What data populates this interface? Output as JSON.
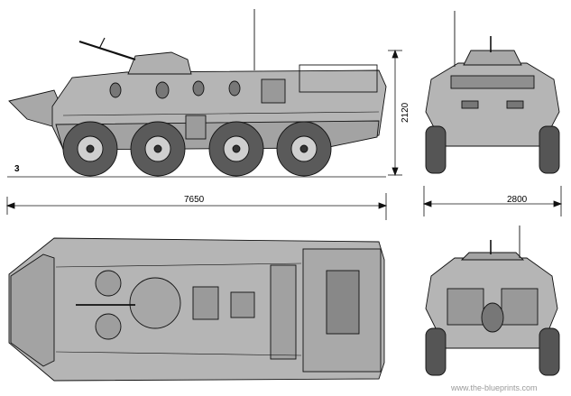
{
  "dimensions": {
    "length": "7650",
    "height": "2120",
    "width": "2800"
  },
  "sheet_mark": "3",
  "watermark": "www.the-blueprints.com",
  "colors": {
    "hull": "#b3b3b3",
    "hull_dark": "#8a8a8a",
    "tyre": "#555555",
    "ink": "#111111"
  }
}
